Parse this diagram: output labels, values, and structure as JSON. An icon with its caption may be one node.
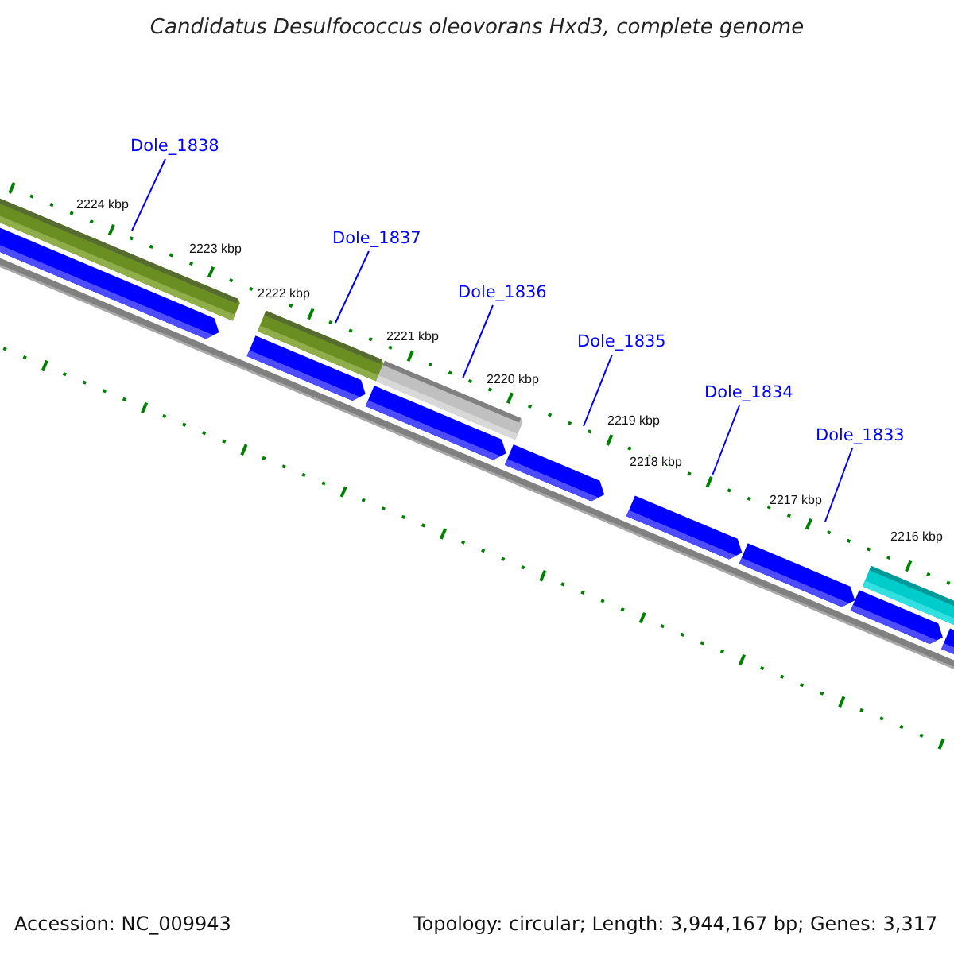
{
  "diagram": {
    "title": "Candidatus Desulfococcus oleovorans Hxd3, complete genome",
    "nodes": [
      {
        "text": [
          "Dole_1838"
        ]
      },
      {
        "text": [
          "Dole_1837"
        ]
      },
      {
        "text": [
          "Dole_1836"
        ]
      },
      {
        "text": [
          "Dole_1835"
        ]
      },
      {
        "text": [
          "Dole_1834"
        ]
      },
      {
        "text": [
          "Dole_1833"
        ]
      }
    ],
    "edges": [
      {
        "from": 0,
        "to": null,
        "arrow": "none"
      },
      {
        "from": 1,
        "to": null,
        "arrow": "none"
      },
      {
        "from": 2,
        "to": null,
        "arrow": "none"
      },
      {
        "from": 3,
        "to": null,
        "arrow": "none"
      },
      {
        "from": 4,
        "to": null,
        "arrow": "none"
      },
      {
        "from": 5,
        "to": null,
        "arrow": "none"
      }
    ],
    "labels": [
      "2224 kbp",
      "2223 kbp",
      "2222 kbp",
      "2221 kbp",
      "2220 kbp",
      "2219 kbp",
      "2218 kbp",
      "2217 kbp",
      "2216 kbp",
      "Accession: NC_009943",
      "Topology: circular; Length: 3,944,167 bp; Genes: 3,317"
    ]
  }
}
